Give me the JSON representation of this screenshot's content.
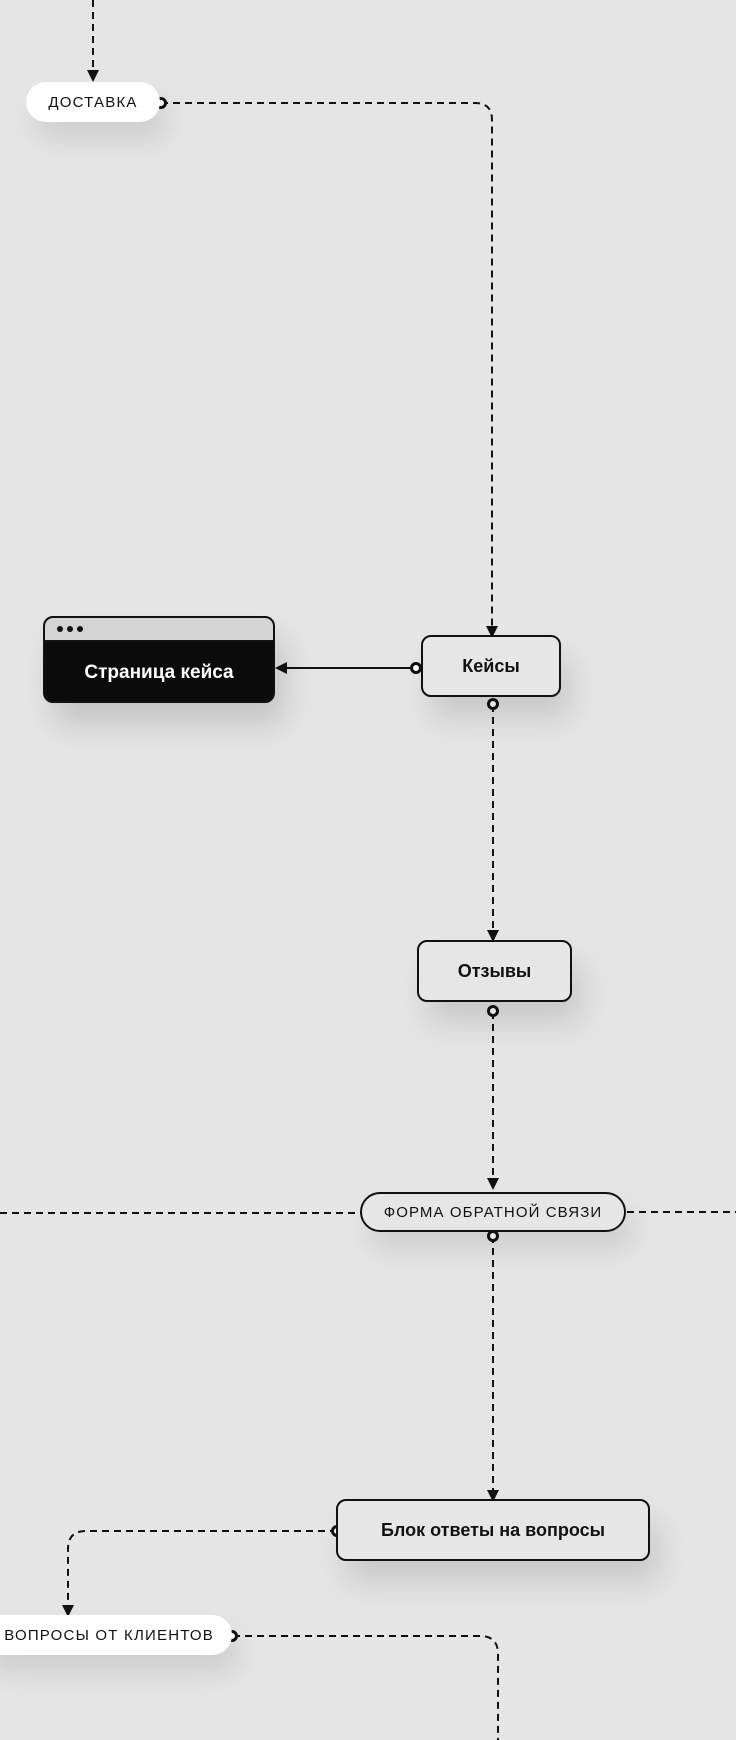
{
  "nodes": {
    "dostavka": "ДОСТАВКА",
    "keisy": "Кейсы",
    "stranica_keisa": "Страница кейса",
    "otzyvy": "Отзывы",
    "forma_obratnoy_svyazi": "ФОРМА ОБРАТНОЙ СВЯЗИ",
    "blok_otvety": "Блок ответы на вопросы",
    "voprosy_ot_klientov": "ВОПРОСЫ ОТ КЛИЕНТОВ"
  },
  "colors": {
    "background": "#e5e5e5",
    "line": "#111111",
    "node_fill": "#e6e6e6",
    "page_card_fill": "#0b0b0b",
    "page_card_bar": "#d4d4d4",
    "pill_fill": "#ffffff"
  },
  "icons": [
    "window-dots-icon",
    "connector-circle-icon",
    "arrowhead-icon"
  ]
}
